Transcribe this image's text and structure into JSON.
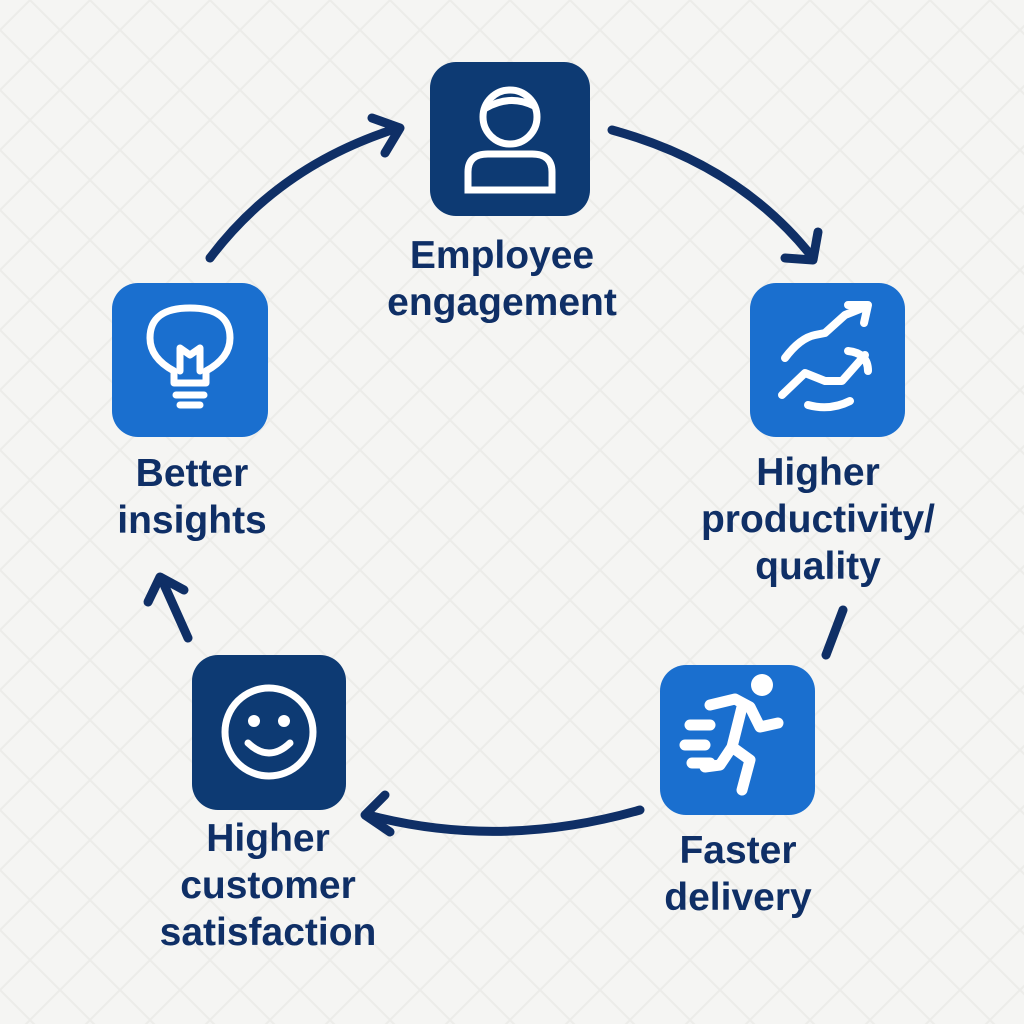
{
  "colors": {
    "dark_box": "#0d3a73",
    "blue_box": "#1a6fcf",
    "text": "#0f2f66",
    "arrow": "#0f2f66"
  },
  "nodes": [
    {
      "id": "employee",
      "icon": "person-icon",
      "lines": [
        "Employee",
        "engagement"
      ]
    },
    {
      "id": "productivity",
      "icon": "trend-up-icon",
      "lines": [
        "Higher",
        "productivity/",
        "quality"
      ]
    },
    {
      "id": "delivery",
      "icon": "running-person-icon",
      "lines": [
        "Faster",
        "delivery"
      ]
    },
    {
      "id": "satisfaction",
      "icon": "smiley-icon",
      "lines": [
        "Higher",
        "customer",
        "satisfaction"
      ]
    },
    {
      "id": "insights",
      "icon": "lightbulb-icon",
      "lines": [
        "Better",
        "insights"
      ]
    }
  ]
}
